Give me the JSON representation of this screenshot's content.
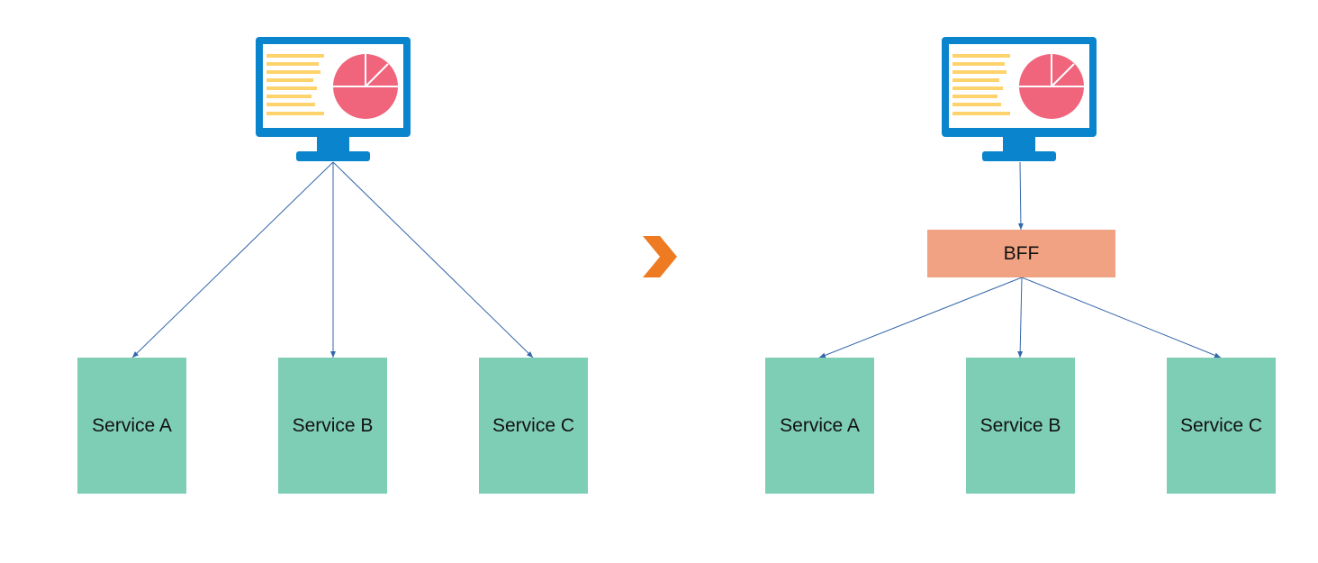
{
  "colors": {
    "monitor": "#0a84cc",
    "screen": "#ffffff",
    "text_lines": "#ffd36b",
    "pie": "#f0647c",
    "service_box": "#7ecdb5",
    "bff_box": "#f0a283",
    "connector": "#3366aa",
    "chevron": "#ee7a22"
  },
  "left": {
    "services": [
      {
        "label": "Service A"
      },
      {
        "label": "Service B"
      },
      {
        "label": "Service C"
      }
    ]
  },
  "right": {
    "bff_label": "BFF",
    "services": [
      {
        "label": "Service A"
      },
      {
        "label": "Service B"
      },
      {
        "label": "Service C"
      }
    ]
  },
  "icons": {
    "monitor": "monitor-icon",
    "arrow": "chevron-right-icon"
  }
}
